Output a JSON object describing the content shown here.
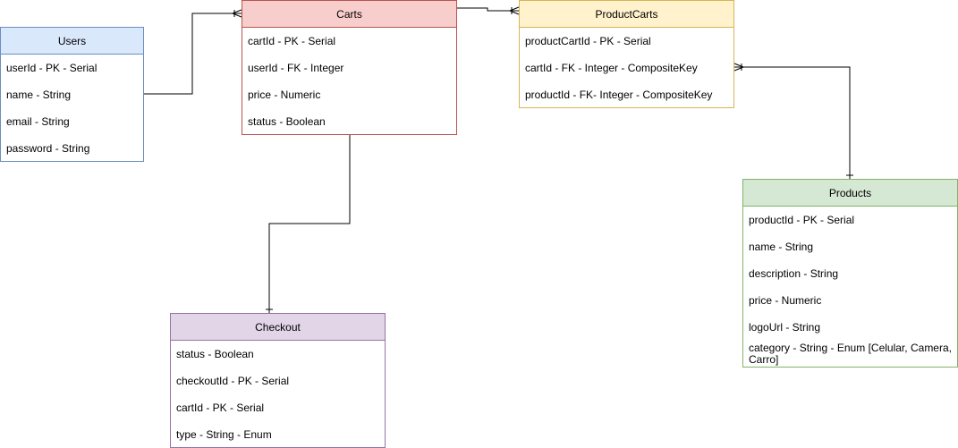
{
  "entities": {
    "users": {
      "title": "Users",
      "fields": [
        "userId - PK - Serial",
        "name - String",
        "email - String",
        "password - String"
      ]
    },
    "carts": {
      "title": "Carts",
      "fields": [
        "cartId - PK - Serial",
        "userId - FK - Integer",
        "price - Numeric",
        "status - Boolean"
      ]
    },
    "product_carts": {
      "title": "ProductCarts",
      "fields": [
        "productCartId - PK - Serial",
        "cartId - FK - Integer - CompositeKey",
        "productId - FK- Integer - CompositeKey"
      ]
    },
    "products": {
      "title": "Products",
      "fields": [
        "productId - PK - Serial",
        "name - String",
        "description - String",
        "price - Numeric",
        "logoUrl - String",
        "category - String - Enum [Celular, Camera, Carro]"
      ]
    },
    "checkout": {
      "title": "Checkout",
      "fields": [
        "status - Boolean",
        "checkoutId - PK - Serial",
        "cartId - PK - Serial",
        "type - String - Enum"
      ]
    }
  },
  "colors": {
    "users_fill": "#dae8fc",
    "users_stroke": "#6c8ebf",
    "carts_fill": "#f8cecc",
    "carts_stroke": "#b85450",
    "product_carts_fill": "#fff2cc",
    "product_carts_stroke": "#d6b656",
    "products_fill": "#d5e8d4",
    "products_stroke": "#82b366",
    "checkout_fill": "#e1d5e7",
    "checkout_stroke": "#9673a6"
  }
}
